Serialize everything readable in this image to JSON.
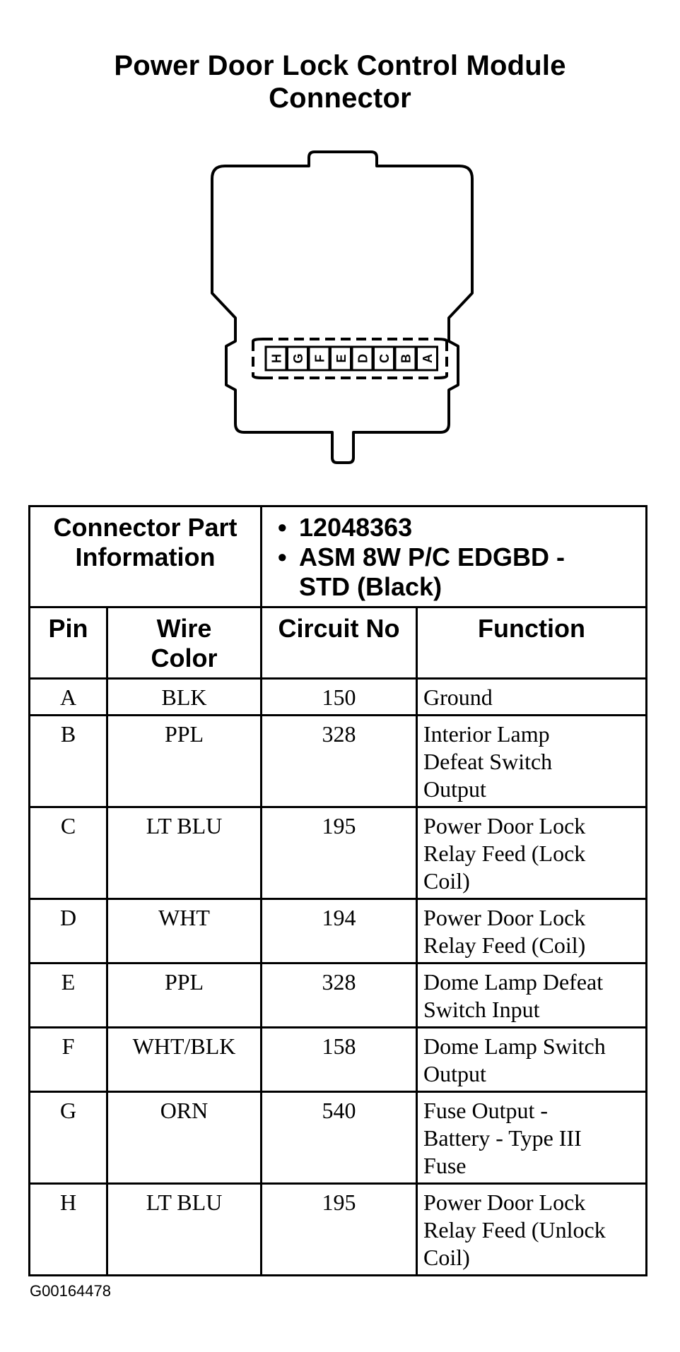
{
  "title": {
    "line1": "Power Door Lock Control Module",
    "line2": "Connector"
  },
  "connector_part_info": {
    "label_line1": "Connector Part",
    "label_line2": "Information",
    "values": [
      "12048363",
      "ASM 8W P/C EDGBD -",
      "STD (Black)"
    ]
  },
  "columns": [
    "Pin",
    "Wire Color",
    "Circuit No",
    "Function"
  ],
  "columns_display": {
    "pin": "Pin",
    "wire_line1": "Wire",
    "wire_line2": "Color",
    "circuit": "Circuit No",
    "function": "Function"
  },
  "rows": [
    {
      "pin": "A",
      "wire": "BLK",
      "circuit": "150",
      "func": [
        "Ground"
      ]
    },
    {
      "pin": "B",
      "wire": "PPL",
      "circuit": "328",
      "func": [
        "Interior Lamp",
        "Defeat Switch",
        "Output"
      ]
    },
    {
      "pin": "C",
      "wire": "LT BLU",
      "circuit": "195",
      "func": [
        "Power Door Lock",
        "Relay Feed (Lock",
        "Coil)"
      ]
    },
    {
      "pin": "D",
      "wire": "WHT",
      "circuit": "194",
      "func": [
        "Power Door Lock",
        "Relay Feed (Coil)"
      ]
    },
    {
      "pin": "E",
      "wire": "PPL",
      "circuit": "328",
      "func": [
        "Dome Lamp Defeat",
        "Switch Input"
      ]
    },
    {
      "pin": "F",
      "wire": "WHT/BLK",
      "circuit": "158",
      "func": [
        "Dome Lamp Switch",
        "Output"
      ]
    },
    {
      "pin": "G",
      "wire": "ORN",
      "circuit": "540",
      "func": [
        "Fuse Output -",
        "Battery - Type III",
        "Fuse"
      ]
    },
    {
      "pin": "H",
      "wire": "LT BLU",
      "circuit": "195",
      "func": [
        "Power Door Lock",
        "Relay Feed (Unlock",
        "Coil)"
      ]
    }
  ],
  "connector_pins": [
    "H",
    "G",
    "F",
    "E",
    "D",
    "C",
    "B",
    "A"
  ],
  "figure_id": "G00164478"
}
